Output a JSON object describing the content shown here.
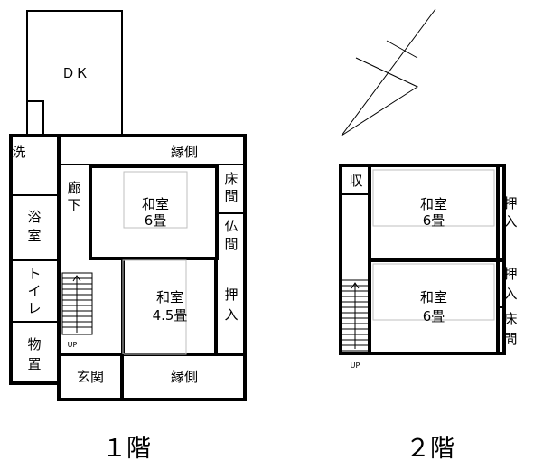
{
  "floor1": {
    "title": "１階",
    "dk": "ＤＫ",
    "sentaku": "洗",
    "engawa_top": "縁側",
    "engawa_bottom": "縁側",
    "roka": [
      "廊",
      "下"
    ],
    "washitsu6": [
      "和室",
      "6畳"
    ],
    "toko": [
      "床",
      "間"
    ],
    "butsuma": [
      "仏",
      "間"
    ],
    "washitsu45": [
      "和室",
      "4.5畳"
    ],
    "oshiire": [
      "押",
      "入"
    ],
    "yokushitsu": [
      "浴",
      "室"
    ],
    "toilet": [
      "ト",
      "イ",
      "レ"
    ],
    "monooki": [
      "物",
      "置"
    ],
    "genkan": "玄関",
    "up": "UP"
  },
  "floor2": {
    "title": "２階",
    "shu": "収",
    "washitsu_top": [
      "和室",
      "6畳"
    ],
    "washitsu_bottom": [
      "和室",
      "6畳"
    ],
    "oshiire_top": [
      "押",
      "入"
    ],
    "oshiire_bottom": [
      "押",
      "入"
    ],
    "toko": [
      "床",
      "間"
    ],
    "up": "UP"
  }
}
